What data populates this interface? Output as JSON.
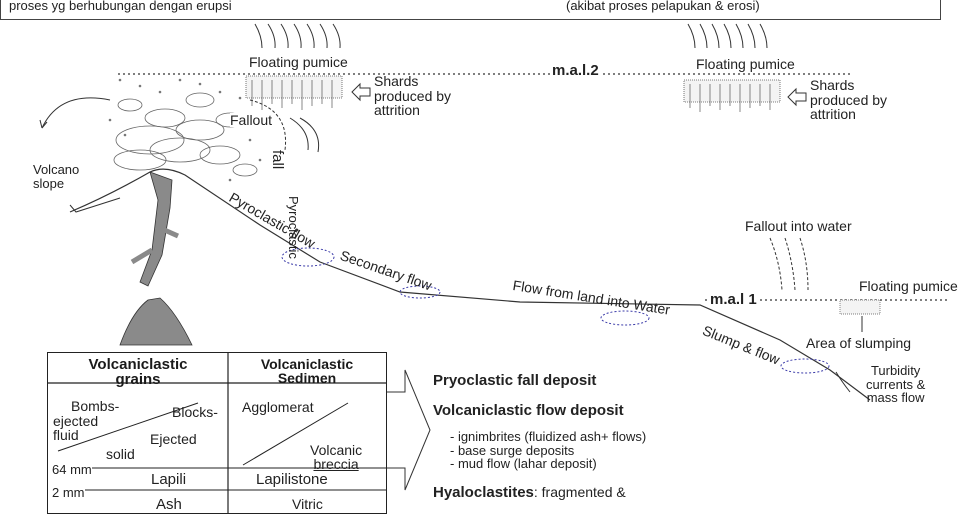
{
  "header": {
    "left_caption": "proses yg berhubungan dengan erupsi",
    "right_caption": "(akibat proses pelapukan & erosi)"
  },
  "labels": {
    "floating_pumice_left": "Floating pumice",
    "floating_pumice_right": "Floating pumice",
    "floating_pumice_sea": "Floating pumice",
    "mal2": "m.a.l.2",
    "mal1": "m.a.l 1",
    "shards_left": [
      "Shards",
      "produced by",
      "attrition"
    ],
    "shards_right": [
      "Shards",
      "produced by",
      "attrition"
    ],
    "fallout": "Fallout",
    "pyroclastic_fall_1": "Pyroclastic",
    "pyroclastic_fall_2": "fall",
    "volcano_slope": [
      "Volcano",
      "slope"
    ],
    "pyroclastic_flow": "Pyroclastic flow",
    "secondary_flow": "Secondary flow",
    "flow_from_land": "Flow from land into Water",
    "fallout_into_water": "Fallout into water",
    "area_of_slumping": "Area of slumping",
    "slump_flow": "Slump & flow",
    "turbidity": [
      "Turbidity",
      "currents &",
      "mass flow"
    ]
  },
  "table": {
    "col1_header": [
      "Volcaniclastic",
      "grains"
    ],
    "col2_header": [
      "Volcaniclastic",
      "Sedimen"
    ],
    "bombs": [
      "Bombs-",
      "ejected",
      "fluid"
    ],
    "blocks": "Blocks-",
    "ejected": "Ejected",
    "solid": "solid",
    "agglomerat": "Agglomerat",
    "volcanic_breccia": [
      "Volcanic",
      "breccia"
    ],
    "size_64": "64 mm",
    "lapili": "Lapili",
    "lapilistone": "Lapilistone",
    "size_2": "2 mm",
    "ash": "Ash",
    "vitric": "Vitric"
  },
  "deposits": {
    "fall": "Pryoclastic  fall deposit",
    "flow": "Volcaniclastic flow deposit",
    "items": [
      "- ignimbrites (fluidized ash+ flows)",
      "- base surge deposits",
      "- mud flow (lahar deposit)"
    ],
    "hyalo_bold": "Hyaloclastites",
    "hyalo_rest": ": fragmented &"
  },
  "colors": {
    "line": "#333333",
    "volcano_fill": "#8a8a8a",
    "ellipse": "#3a3aa8"
  }
}
